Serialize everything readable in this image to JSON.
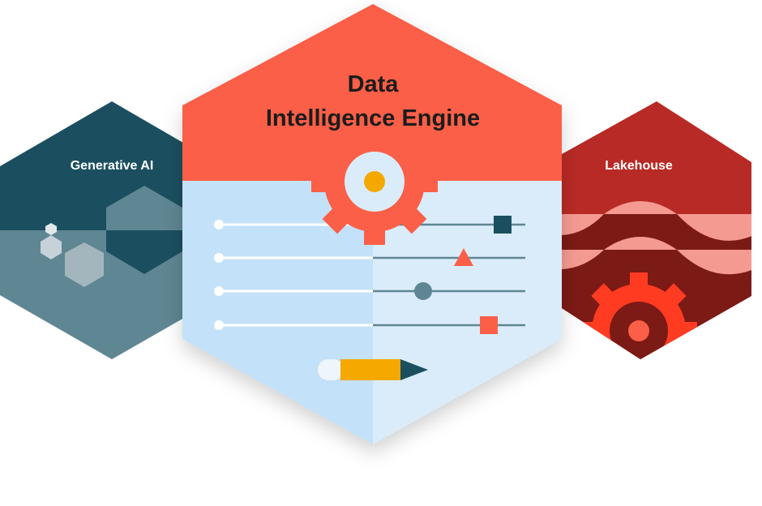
{
  "center": {
    "title_line1": "Data",
    "title_line2": "Intelligence Engine",
    "icons": [
      "gear-icon",
      "slider-icon",
      "pencil-icon"
    ]
  },
  "left": {
    "label": "Generative AI",
    "icons": [
      "hexagon-icon"
    ]
  },
  "right": {
    "label": "Lakehouse",
    "icons": [
      "wave-icon",
      "gear-icon"
    ]
  },
  "colors": {
    "center_top": "#fb5f47",
    "center_bottom_left": "#c3e1f8",
    "center_bottom_right": "#daecfa",
    "left_dark": "#1b4f5f",
    "left_light": "#5f8693",
    "right_red": "#b82a25",
    "right_dark": "#7c1a16",
    "right_pink": "#f59a91",
    "gear_bright": "#ff3b22"
  }
}
